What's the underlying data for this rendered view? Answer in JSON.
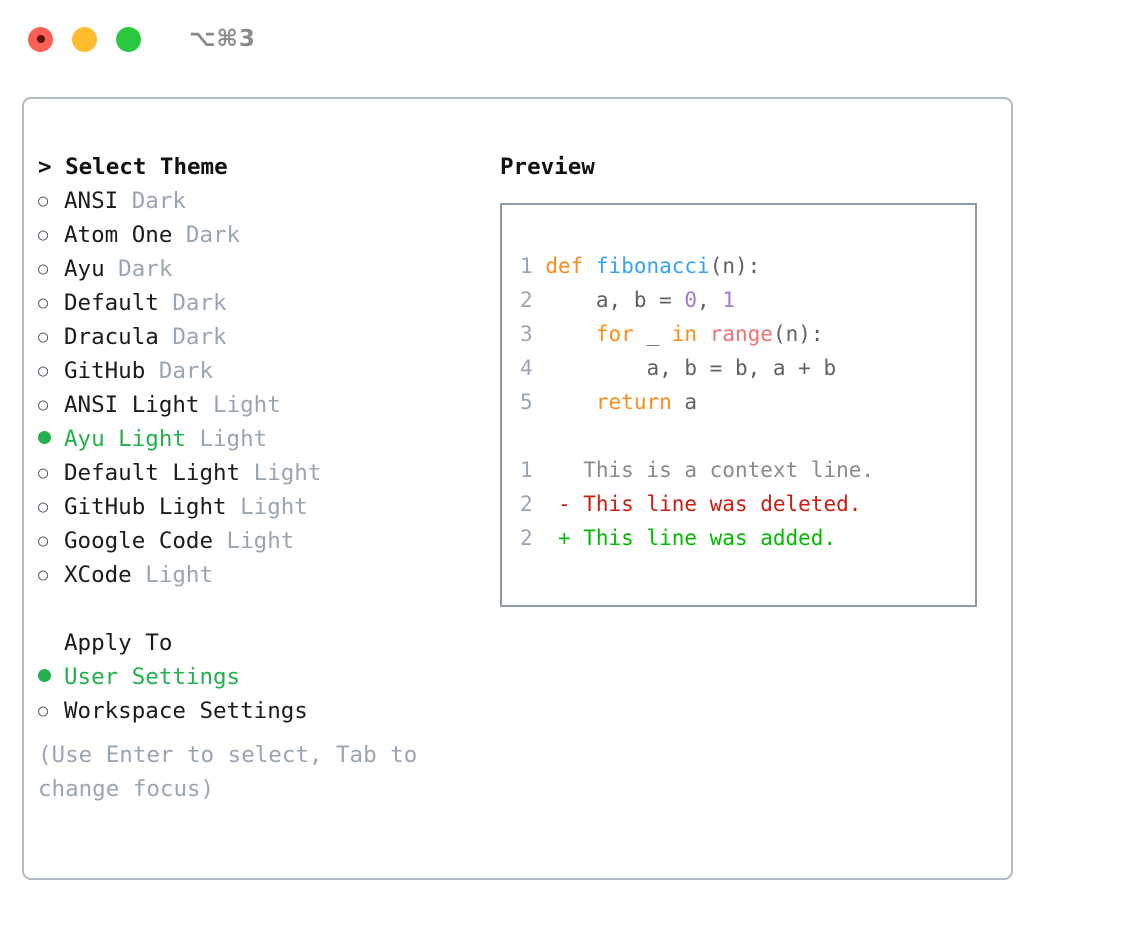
{
  "titlebar": {
    "lights": [
      {
        "name": "close-button",
        "color": "#ff5f57"
      },
      {
        "name": "minimize-button",
        "color": "#febc2e"
      },
      {
        "name": "maximize-button",
        "color": "#2ac840"
      }
    ],
    "shortcut": "⌥⌘3"
  },
  "theme_picker": {
    "header": "> Select Theme",
    "items": [
      {
        "marker": "○",
        "name": "ANSI",
        "kind": "Dark",
        "selected": false
      },
      {
        "marker": "○",
        "name": "Atom One",
        "kind": "Dark",
        "selected": false
      },
      {
        "marker": "○",
        "name": "Ayu",
        "kind": "Dark",
        "selected": false
      },
      {
        "marker": "○",
        "name": "Default",
        "kind": "Dark",
        "selected": false
      },
      {
        "marker": "○",
        "name": "Dracula",
        "kind": "Dark",
        "selected": false
      },
      {
        "marker": "○",
        "name": "GitHub",
        "kind": "Dark",
        "selected": false
      },
      {
        "marker": "○",
        "name": "ANSI Light",
        "kind": "Light",
        "selected": false
      },
      {
        "marker": "●",
        "name": "Ayu Light",
        "kind": "Light",
        "selected": true
      },
      {
        "marker": "○",
        "name": "Default Light",
        "kind": "Light",
        "selected": false
      },
      {
        "marker": "○",
        "name": "GitHub Light",
        "kind": "Light",
        "selected": false
      },
      {
        "marker": "○",
        "name": "Google Code",
        "kind": "Light",
        "selected": false
      },
      {
        "marker": "○",
        "name": "XCode",
        "kind": "Light",
        "selected": false
      }
    ]
  },
  "apply_to": {
    "header": "Apply To",
    "items": [
      {
        "marker": "●",
        "name": "User Settings",
        "selected": true
      },
      {
        "marker": "○",
        "name": "Workspace Settings",
        "selected": false
      }
    ]
  },
  "hint": "(Use Enter to select, Tab to change focus)",
  "preview": {
    "title": "Preview",
    "code_lines": [
      {
        "num": "1",
        "tokens": [
          {
            "t": "def",
            "c": "kw"
          },
          {
            "t": " ",
            "c": "plain"
          },
          {
            "t": "fibonacci",
            "c": "fn"
          },
          {
            "t": "(n):",
            "c": "plain"
          }
        ]
      },
      {
        "num": "2",
        "tokens": [
          {
            "t": "    a, b = ",
            "c": "plain"
          },
          {
            "t": "0",
            "c": "num"
          },
          {
            "t": ", ",
            "c": "plain"
          },
          {
            "t": "1",
            "c": "num"
          }
        ]
      },
      {
        "num": "3",
        "tokens": [
          {
            "t": "    ",
            "c": "plain"
          },
          {
            "t": "for",
            "c": "kw"
          },
          {
            "t": " _ ",
            "c": "plain"
          },
          {
            "t": "in",
            "c": "kw"
          },
          {
            "t": " ",
            "c": "plain"
          },
          {
            "t": "range",
            "c": "builtin"
          },
          {
            "t": "(n):",
            "c": "plain"
          }
        ]
      },
      {
        "num": "4",
        "tokens": [
          {
            "t": "        a, b = b, a + b",
            "c": "plain"
          }
        ]
      },
      {
        "num": "5",
        "tokens": [
          {
            "t": "    ",
            "c": "plain"
          },
          {
            "t": "return",
            "c": "kw"
          },
          {
            "t": " a",
            "c": "plain"
          }
        ]
      }
    ],
    "diff_lines": [
      {
        "num": "1",
        "sign": " ",
        "text": "This is a context line.",
        "kind": "ctx"
      },
      {
        "num": "2",
        "sign": "-",
        "text": "This line was deleted.",
        "kind": "del"
      },
      {
        "num": "2",
        "sign": "+",
        "text": "This line was added.",
        "kind": "add"
      }
    ]
  },
  "colors": {
    "accent_green": "#22b14c",
    "muted": "#9aa5b4",
    "keyword": "#ff8c1a",
    "function": "#36a3f7",
    "number": "#a37acc",
    "builtin": "#f07171",
    "diff_delete": "#cc1c12",
    "diff_add": "#00bb00",
    "card_border": "#b2bac6",
    "preview_border": "#8f9aab"
  }
}
